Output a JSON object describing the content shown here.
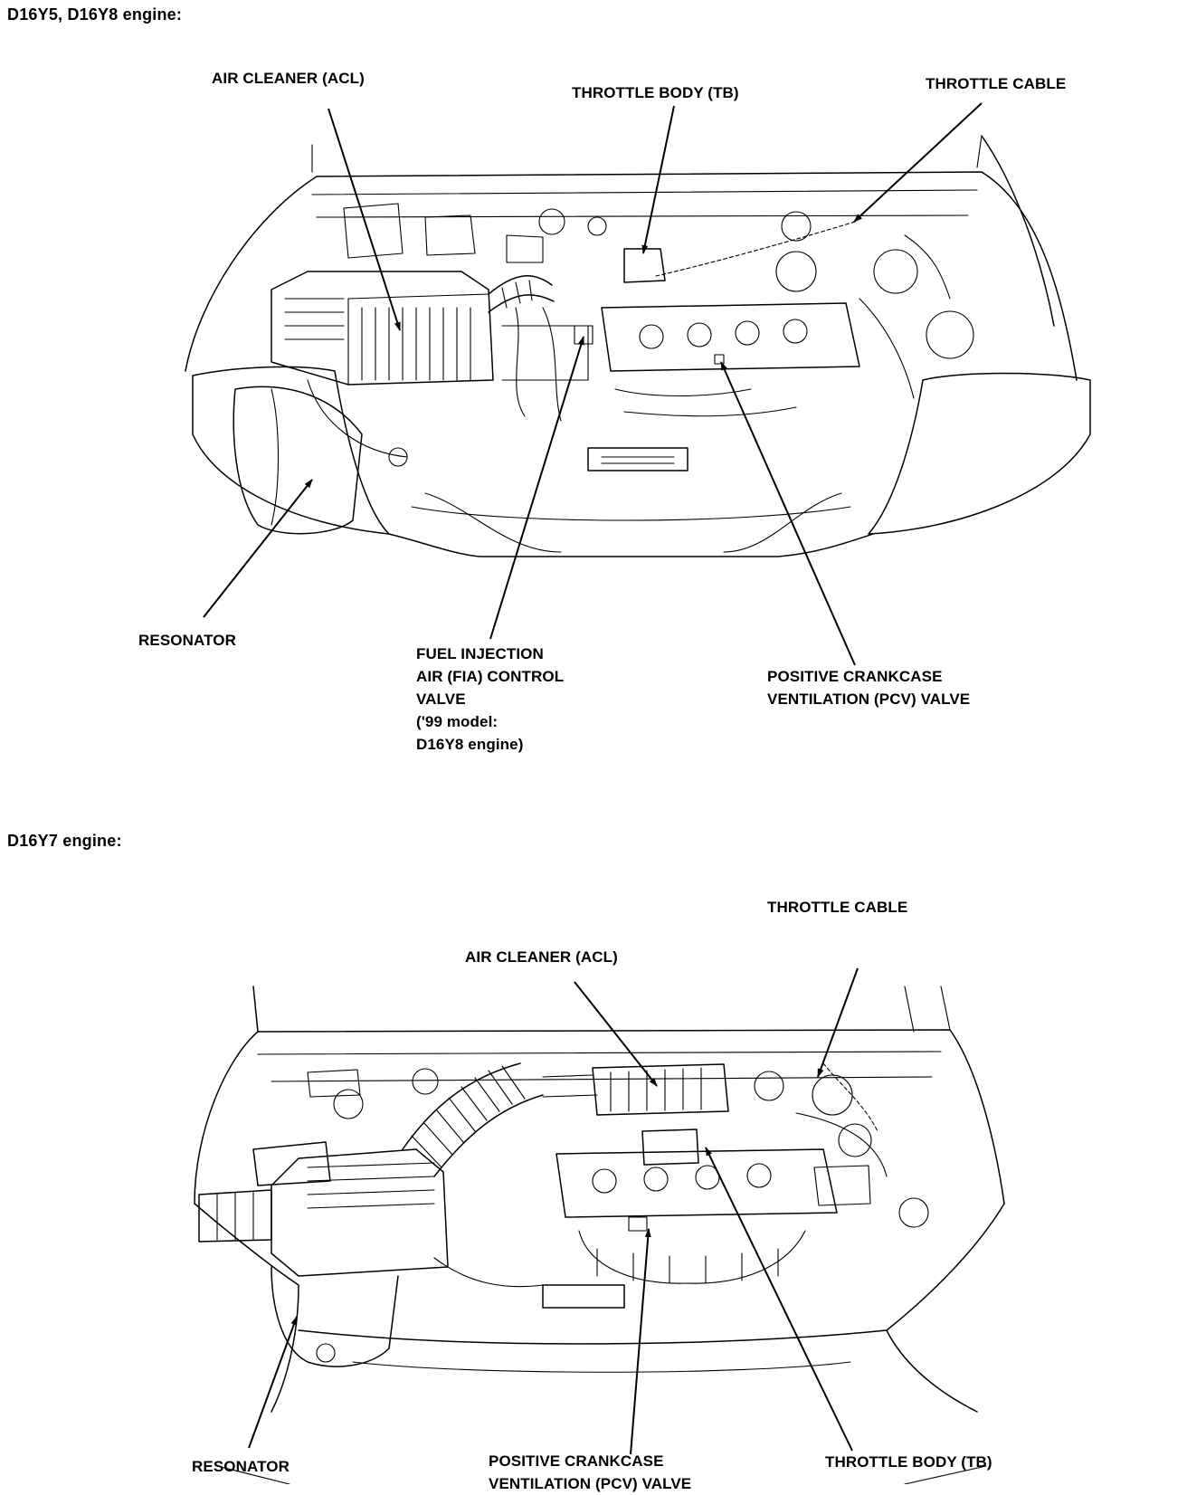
{
  "sections": {
    "top": {
      "heading": "D16Y5, D16Y8 engine:",
      "labels": {
        "air_cleaner": "AIR CLEANER (ACL)",
        "throttle_body": "THROTTLE BODY (TB)",
        "throttle_cable": "THROTTLE CABLE",
        "resonator": "RESONATOR",
        "fia_valve": [
          "FUEL INJECTION",
          "AIR (FIA) CONTROL",
          "VALVE",
          "('99 model:",
          "D16Y8 engine)"
        ],
        "pcv_valve": [
          "POSITIVE CRANKCASE",
          "VENTILATION (PCV) VALVE"
        ]
      }
    },
    "bottom": {
      "heading": "D16Y7 engine:",
      "labels": {
        "throttle_cable": "THROTTLE CABLE",
        "air_cleaner": "AIR CLEANER (ACL)",
        "resonator": "RESONATOR",
        "pcv_valve": [
          "POSITIVE CRANKCASE",
          "VENTILATION (PCV) VALVE"
        ],
        "throttle_body": "THROTTLE BODY (TB)"
      }
    }
  }
}
